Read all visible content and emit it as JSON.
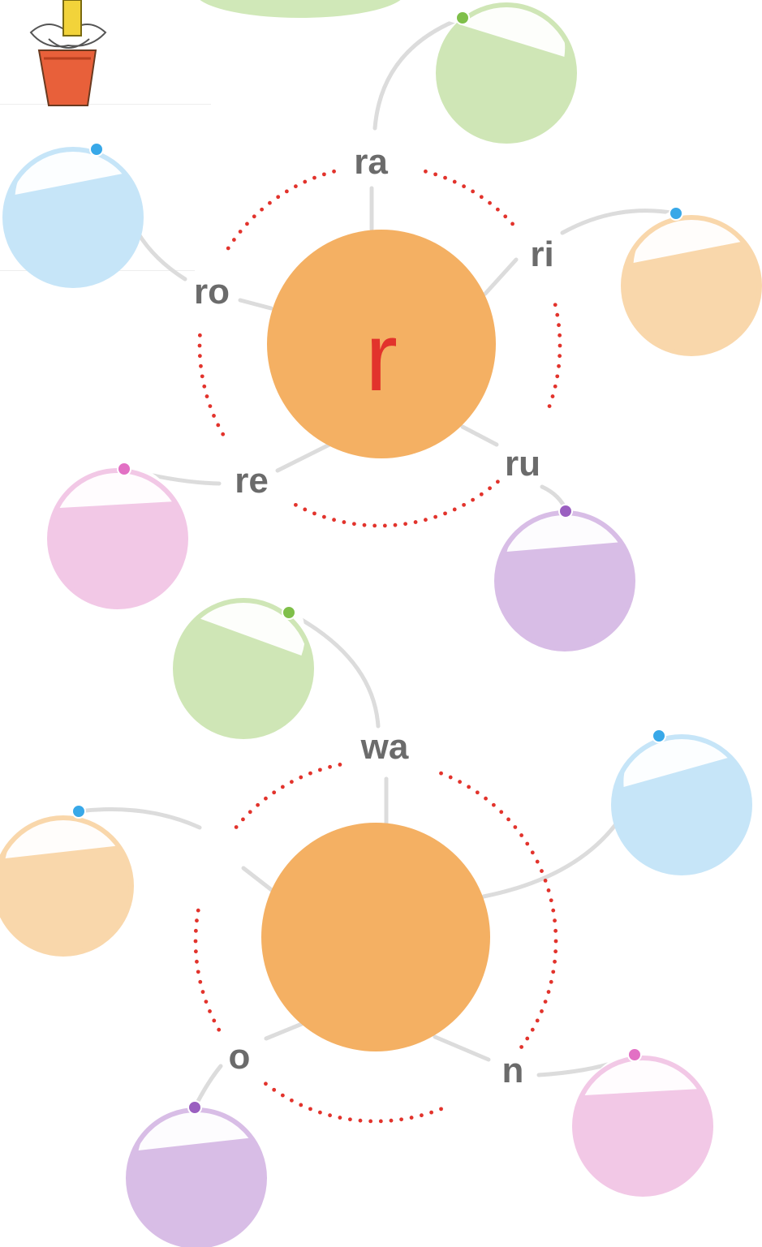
{
  "groups": [
    {
      "center_letter": "r",
      "syllables": [
        "ra",
        "ri",
        "ru",
        "re",
        "ro"
      ]
    },
    {
      "center_letter": "",
      "syllables": [
        "wa",
        "n",
        "o"
      ]
    }
  ],
  "colors": {
    "center_circle": "#f4b063",
    "ring_dots": "#e2332c",
    "syllable_text": "#6b6b6b",
    "center_letter": "#e2332c",
    "connector": "#dcdcdc",
    "green": "#cfe6b6",
    "blue": "#c6e5f8",
    "peach": "#f9d7ab",
    "pink": "#f2c8e6",
    "purple": "#d8bde6"
  },
  "icons": {
    "decoration": "cartoon-figure-in-flowerpot-icon"
  }
}
